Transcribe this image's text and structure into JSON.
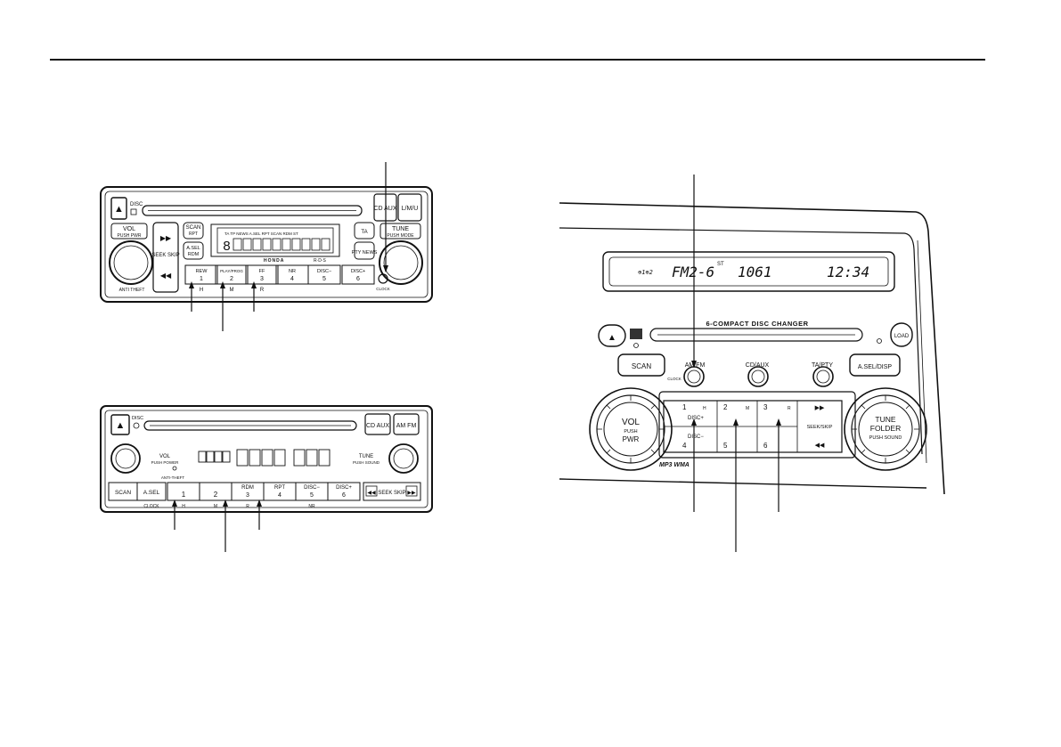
{
  "radio_a": {
    "eject": "▲",
    "disc_label": "DISC",
    "cd_aux": "CD AUX",
    "lmu": "L/M/U",
    "vol": "VOL",
    "push_pwr": "PUSH PWR",
    "scan": "SCAN",
    "rpt": "RPT",
    "asel": "A.SEL",
    "rdm": "RDM",
    "seek_skip": "SEEK SKIP",
    "ta": "TA",
    "pty_news": "PTY NEWS",
    "tune": "TUNE",
    "push_mode": "PUSH MODE",
    "brand": "HONDA",
    "rds": "R·D·S",
    "anti_theft": "ANTI THEFT",
    "clock": "CLOCK",
    "display_indicators": "TA TP NEWS A.SEL RPT SCAN RDM ST",
    "presets": [
      {
        "top": "REW",
        "num": "1"
      },
      {
        "top": "PLAY/PROG",
        "num": "2"
      },
      {
        "top": "FF",
        "num": "3"
      },
      {
        "top": "NR",
        "num": "4"
      },
      {
        "top": "DISC−",
        "num": "5"
      },
      {
        "top": "DISC+",
        "num": "6"
      }
    ],
    "hmr": [
      "H",
      "M",
      "R"
    ]
  },
  "radio_b": {
    "eject": "▲",
    "disc_label": "DISC",
    "cd_aux": "CD AUX",
    "am_fm": "AM FM",
    "vol": "VOL",
    "push_power": "PUSH POWER",
    "tune": "TUNE",
    "push_sound": "PUSH SOUND",
    "anti_theft": "ANTI-THEFT",
    "scan": "SCAN",
    "asel": "A.SEL",
    "presets": [
      {
        "top": "",
        "num": "1"
      },
      {
        "top": "",
        "num": "2"
      },
      {
        "top": "RDM",
        "num": "3"
      },
      {
        "top": "RPT",
        "num": "4"
      },
      {
        "top": "DISC−",
        "num": "5"
      },
      {
        "top": "DISC+",
        "num": "6"
      }
    ],
    "seek_skip": "SEEK SKIP",
    "clock": "CLOCK",
    "below": [
      "H",
      "M",
      "R",
      "NR"
    ]
  },
  "radio_c": {
    "display_band": "FM2-6",
    "display_freq": "1061",
    "display_time": "12:34",
    "display_st": "ST",
    "changer_label": "6-COMPACT DISC CHANGER",
    "load": "LOAD",
    "scan": "SCAN",
    "am_fm": "AM/FM",
    "cd_aux": "CD/AUX",
    "ta_pty": "TA/PTY",
    "asel_disp": "A.SEL/DISP",
    "clock": "CLOCK",
    "vol": "VOL",
    "push": "PUSH",
    "pwr": "PWR",
    "tune": "TUNE",
    "folder": "FOLDER",
    "push_sound": "PUSH SOUND",
    "presets_top": [
      "1",
      "2",
      "3"
    ],
    "presets_bottom": [
      "4",
      "5",
      "6"
    ],
    "hmr": [
      "H",
      "M",
      "R"
    ],
    "disc_plus": "DISC+",
    "disc_minus": "DISC−",
    "seek_skip": "SEEK/SKIP",
    "mp3": "MP3 WMA"
  }
}
